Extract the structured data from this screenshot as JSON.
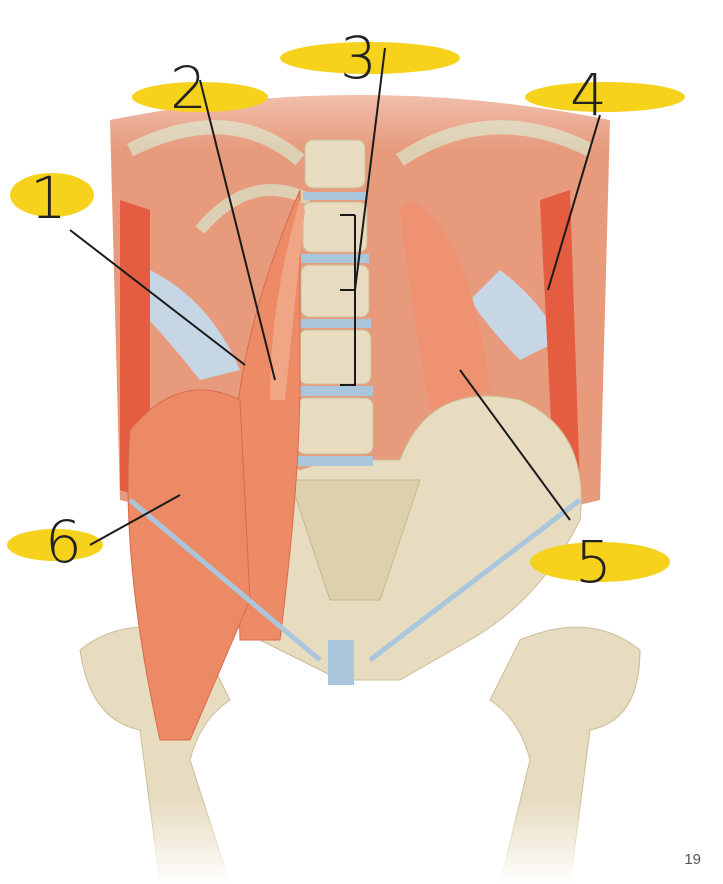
{
  "labels": [
    "1",
    "2",
    "3",
    "4",
    "5",
    "6"
  ],
  "page_number": "19",
  "colors": {
    "muscle": "#ec8a66",
    "bone": "#e7dcc0",
    "fascia": "#b9cfe0",
    "highlight": "#f7d21c",
    "line": "#1a1a1a"
  }
}
